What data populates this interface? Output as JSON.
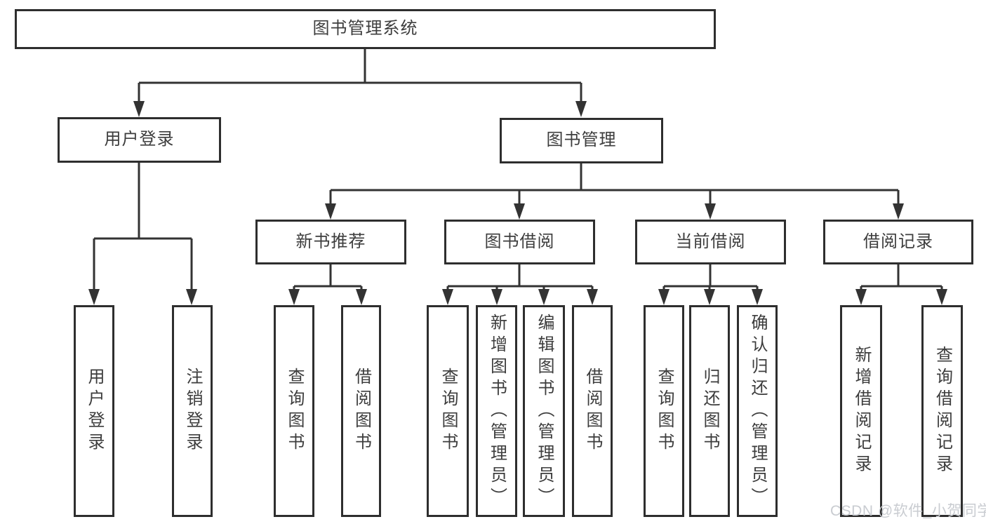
{
  "tree": {
    "root": "图书管理系统",
    "level2": [
      {
        "label": "用户登录",
        "leaves": [
          "用户登录",
          "注销登录"
        ]
      },
      {
        "label": "图书管理"
      }
    ],
    "level3": [
      {
        "label": "新书推荐",
        "leaves": [
          "查询图书",
          "借阅图书"
        ]
      },
      {
        "label": "图书借阅",
        "leaves": [
          "查询图书",
          "新增图书（管理员）",
          "编辑图书（管理员）",
          "借阅图书"
        ]
      },
      {
        "label": "当前借阅",
        "leaves": [
          "查询图书",
          "归还图书",
          "确认归还（管理员）"
        ]
      },
      {
        "label": "借阅记录",
        "leaves": [
          "新增借阅记录",
          "查询借阅记录"
        ]
      }
    ]
  },
  "watermark": "CSDN @软件_小贺同学",
  "colors": {
    "line": "#333333",
    "box_border": "#2e2e2e",
    "box_fill": "#ffffff",
    "text": "#3d3d3d",
    "watermark": "#c9ccd1",
    "background": "#ffffff"
  }
}
